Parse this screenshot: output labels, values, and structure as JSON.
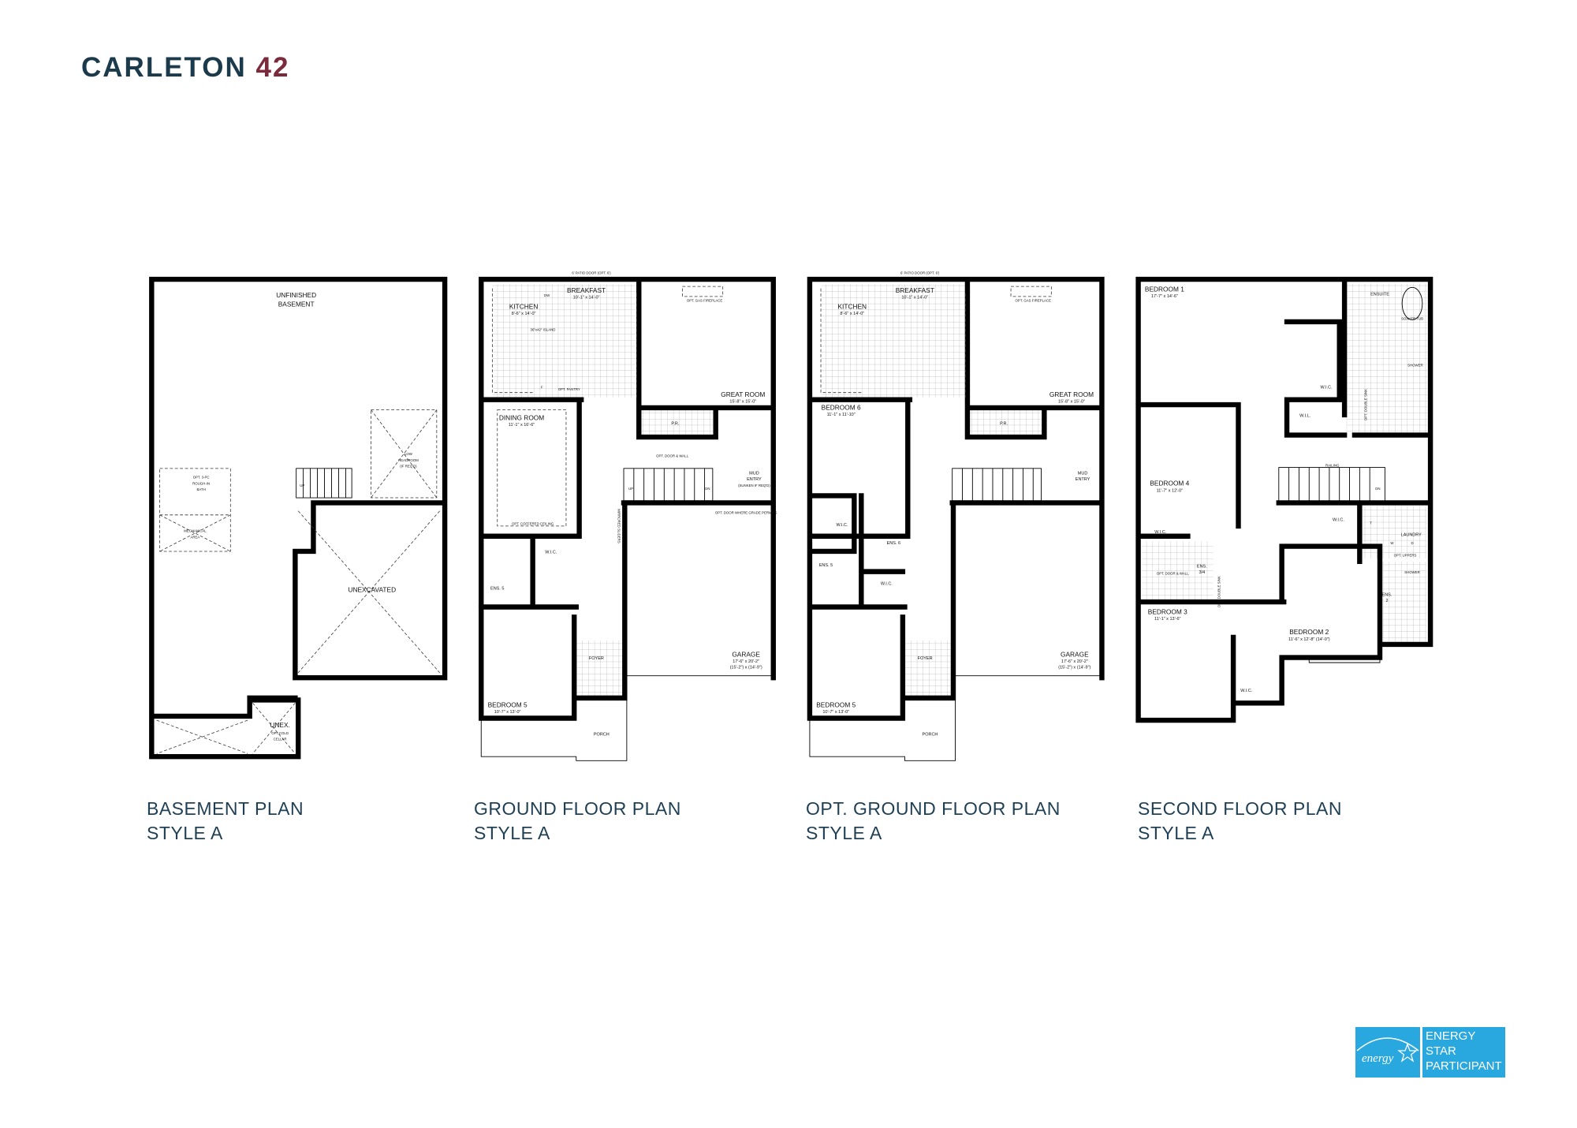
{
  "title": {
    "name": "CARLETON",
    "number": "42"
  },
  "colors": {
    "title": "#1b3a4b",
    "number": "#7a2a3a",
    "labels": "#1f3f55",
    "energy_star": "#29a8e0"
  },
  "plans": [
    {
      "label": [
        "BASEMENT PLAN",
        "STYLE A"
      ],
      "rooms": {
        "unfinished": "UNFINISHED",
        "basement": "BASEMENT",
        "low": "LOW",
        "headroom": "HEADROOM",
        "ifreqd": "(IF REQ'D)",
        "bath1": "OPT. 3-PC",
        "bath2": "ROUGH-IN",
        "bath3": "BATH",
        "mech1": "MECHANICAL",
        "mech2": "AREA",
        "unexcavated": "UNEXCAVATED",
        "unex": "UNEX.",
        "cold1": "OPT.COLD",
        "cold2": "CELLAR",
        "up": "UP"
      }
    },
    {
      "label": [
        "GROUND FLOOR PLAN",
        "STYLE A"
      ],
      "rooms": {
        "patio": "6' PATIO DOOR (OPT. 6')",
        "breakfast": "BREAKFAST",
        "breakfast_dim": "10'-1\" x 14'-0\"",
        "kitchen": "KITCHEN",
        "kitchen_dim": "8'-6\" x 14'-0\"",
        "island": "36\"x42\" ISLAND",
        "dw": "DW",
        "f": "F",
        "pantry": "OPT. PANTRY",
        "fireplace": "OPT. GAS FIREPLACE",
        "great": "GREAT ROOM",
        "great_dim": "15'-8\" x 15'-0\"",
        "dining": "DINING ROOM",
        "dining_dim": "11'-1\" x 16'-6\"",
        "coffered": "OPT. COFFERED CEILING",
        "pr": "P.R.",
        "door_wall": "OPT. DOOR & WALL",
        "mud": "MUD",
        "entry": "ENTRY",
        "sunken": "(SUNKEN IF REQ'D)",
        "grade": "OPT. DOOR WHERE GRADE PERMITS",
        "up": "UP",
        "dn": "DN",
        "sliders": "MIRRORED SLIDERS",
        "wic": "W.I.C.",
        "ens5": "ENS. 5",
        "foyer": "FOYER",
        "garage": "GARAGE",
        "garage_dim": "17'-6\" x 20'-2\"",
        "garage_dim2": "(15'-2\") x (14'-9\")",
        "bed5": "BEDROOM 5",
        "bed5_dim": "10'-7\" x 13'-0\"",
        "porch": "PORCH"
      }
    },
    {
      "label": [
        "OPT. GROUND FLOOR PLAN",
        "STYLE A"
      ],
      "rooms": {
        "patio": "6' PATIO DOOR (OPT. 6')",
        "breakfast": "BREAKFAST",
        "breakfast_dim": "10'-1\" x 14'-0\"",
        "kitchen": "KITCHEN",
        "kitchen_dim": "8'-6\" x 14'-0\"",
        "fireplace": "OPT. GAS FIREPLACE",
        "great": "GREAT ROOM",
        "great_dim": "15'-8\" x 15'-0\"",
        "bed6": "BEDROOM 6",
        "bed6_dim": "11'-1\" x 11'-10\"",
        "wic1": "W.I.C.",
        "ens6": "ENS. 6",
        "ens5": "ENS. 5",
        "wic2": "W.I.C.",
        "pr": "P.R.",
        "mud": "MUD",
        "entry": "ENTRY",
        "foyer": "FOYER",
        "garage": "GARAGE",
        "garage_dim": "17'-6\" x 20'-2\"",
        "garage_dim2": "(15'-2\") x (14'-9\")",
        "bed5": "BEDROOM 5",
        "bed5_dim": "10'-7\" x 13'-0\"",
        "porch": "PORCH"
      }
    },
    {
      "label": [
        "SECOND FLOOR PLAN",
        "STYLE A"
      ],
      "rooms": {
        "bed1": "BEDROOM 1",
        "bed1_dim": "17'-7\" x 14'-6\"",
        "ensuite": "ENSUITE",
        "soaker": "SOAKER TUB",
        "shower1": "SHOWER",
        "wic1": "W.I.C.",
        "wil": "W.I.L.",
        "dsink1": "OPT. DOUBLE SINK",
        "railing": "RAILING",
        "dn": "DN",
        "bed4": "BEDROOM 4",
        "bed4_dim": "11'-7\" x 12'-0\"",
        "wic2": "W.I.C.",
        "wic3": "W.I.C.",
        "laundry": "LAUNDRY",
        "w": "W",
        "d": "D",
        "t": "T",
        "uppers": "OPT. UPPERS",
        "ens34": "ENS.",
        "ens34b": "3/4",
        "door_wall": "OPT. DOOR & WALL",
        "dsink2": "OPT. DOUBLE SINK",
        "shower2": "SHOWER",
        "ens2": "ENS.",
        "ens2b": "2",
        "bed3": "BEDROOM 3",
        "bed3_dim": "11'-1\" x 13'-6\"",
        "bed2": "BEDROOM 2",
        "bed2_dim": "11'-6\" x 12'-8\" (14'-0\")",
        "wic4": "W.I.C."
      }
    }
  ],
  "badge": {
    "logo_script": "energy",
    "lines": [
      "ENERGY",
      "STAR",
      "PARTICIPANT"
    ]
  }
}
